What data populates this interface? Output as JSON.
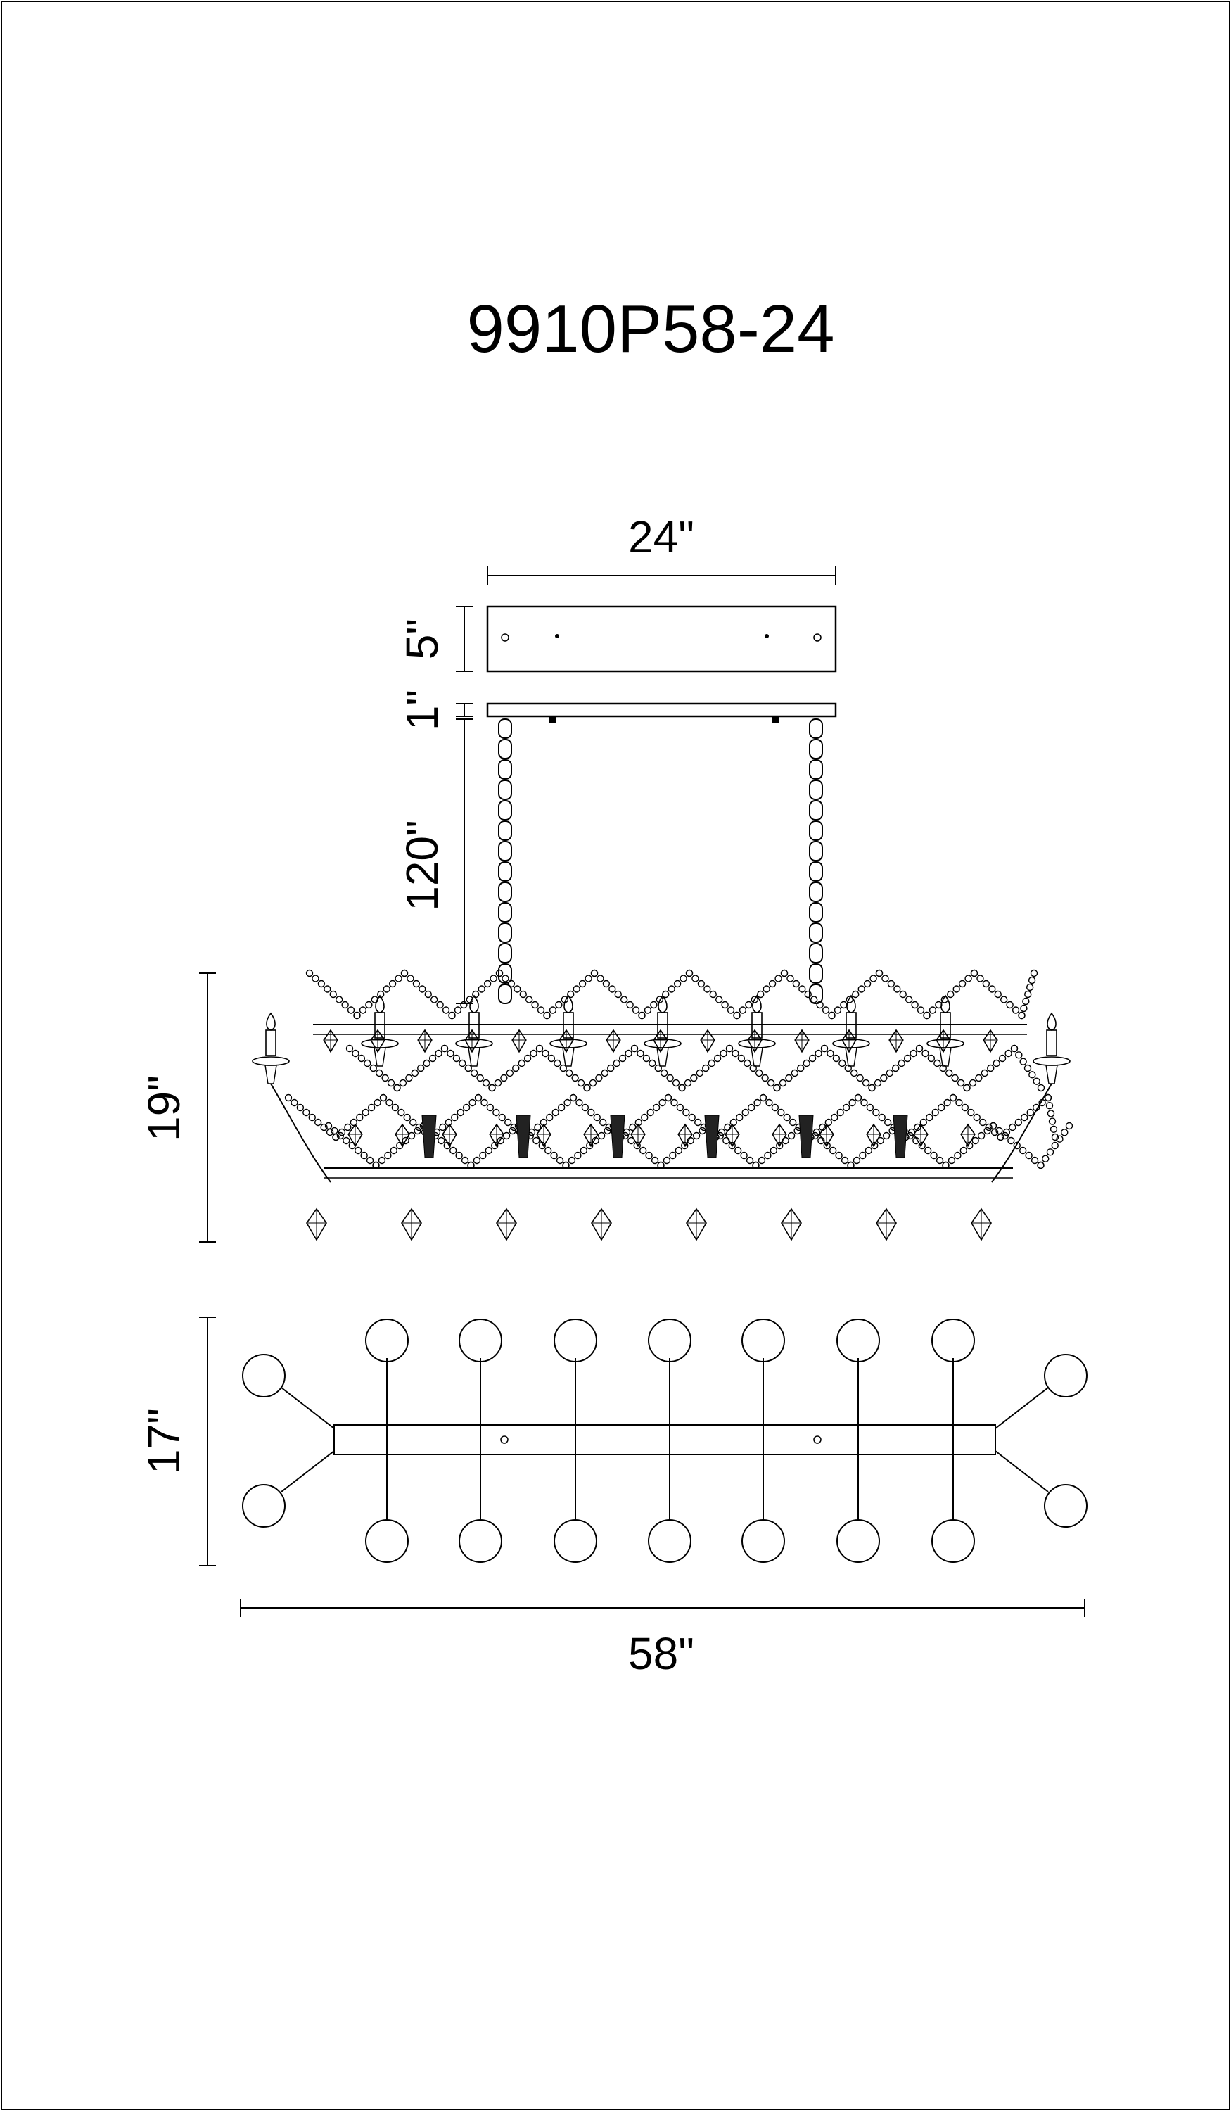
{
  "model": "9910P58-24",
  "dimensions": {
    "canopy_width": "24\"",
    "canopy_height": "5\"",
    "canopy_gap": "1\"",
    "chain_length": "120\"",
    "fixture_height": "19\"",
    "fixture_depth": "17\"",
    "fixture_width": "58\""
  },
  "colors": {
    "line": "#000000",
    "background": "#ffffff"
  }
}
